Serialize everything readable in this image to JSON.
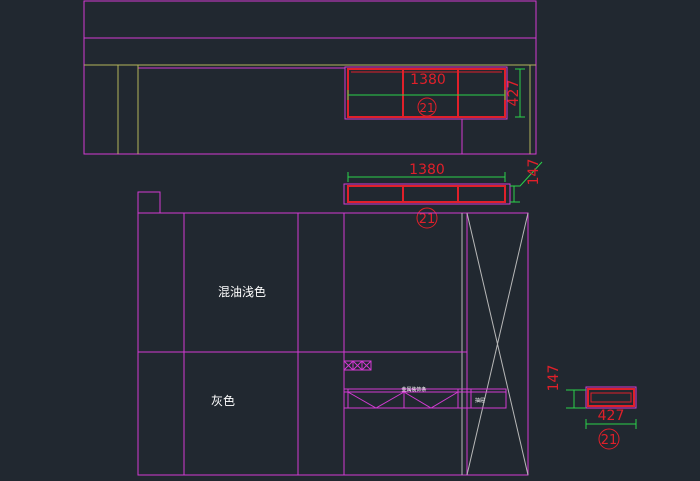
{
  "colors": {
    "background": "#212830",
    "magenta": "#d23ad2",
    "red": "#e0202a",
    "green": "#2ad24a",
    "gray": "#b8b8b8",
    "olive": "#b4b45a",
    "white": "#ffffff"
  },
  "top_view": {
    "dim_width": "1380",
    "dim_height": "427",
    "tag": "21"
  },
  "front_elevation": {
    "dim_width": "1380",
    "dim_height": "147",
    "tag": "21",
    "label_upper": "混油浅色",
    "label_lower": "灰色",
    "small_label_left": "金属装饰条",
    "small_label_right": "抽屉"
  },
  "side_section": {
    "dim_width": "427",
    "dim_height": "147",
    "tag": "21"
  }
}
